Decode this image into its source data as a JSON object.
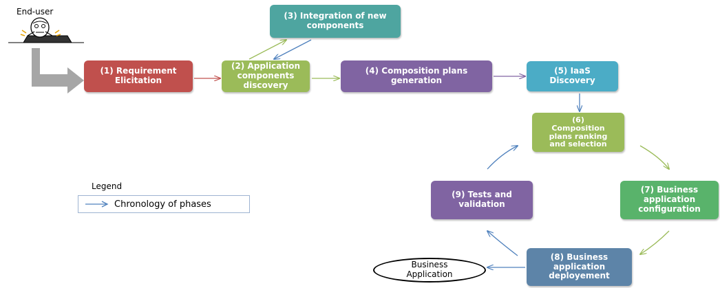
{
  "colors": {
    "red": "#c0504d",
    "olive": "#9bbb59",
    "teal": "#4bacc6",
    "teal_dark": "#4ea5a0",
    "purple": "#8064a2",
    "cyan": "#4bacc6",
    "green": "#59b36b",
    "steel": "#5d84a8",
    "arrow_blue": "#4f81bd",
    "arrow_red": "#c0504d",
    "arrow_green": "#9bbb59",
    "arrow_purple": "#8064a2"
  },
  "actor": {
    "label": "End-user",
    "icon": "end-user-at-laptop-icon"
  },
  "phases": [
    {
      "id": "p1",
      "label": "(1) Requirement\nElicitation"
    },
    {
      "id": "p2",
      "label": "(2) Application\ncomponents\ndiscovery"
    },
    {
      "id": "p3",
      "label": "(3) Integration of new\ncomponents"
    },
    {
      "id": "p4",
      "label": "(4) Composition plans\ngeneration"
    },
    {
      "id": "p5",
      "label": "(5) IaaS\nDiscovery"
    },
    {
      "id": "p6",
      "label": "(6)\nComposition\nplans ranking\nand selection"
    },
    {
      "id": "p7",
      "label": "(7) Business\napplication\nconfiguration"
    },
    {
      "id": "p8",
      "label": "(8) Business\napplication\ndeployement"
    },
    {
      "id": "p9",
      "label": "(9) Tests and\nvalidation"
    }
  ],
  "output": {
    "label": "Business\nApplication"
  },
  "legend": {
    "title": "Legend",
    "items": [
      {
        "label": "Chronology of phases"
      }
    ]
  }
}
